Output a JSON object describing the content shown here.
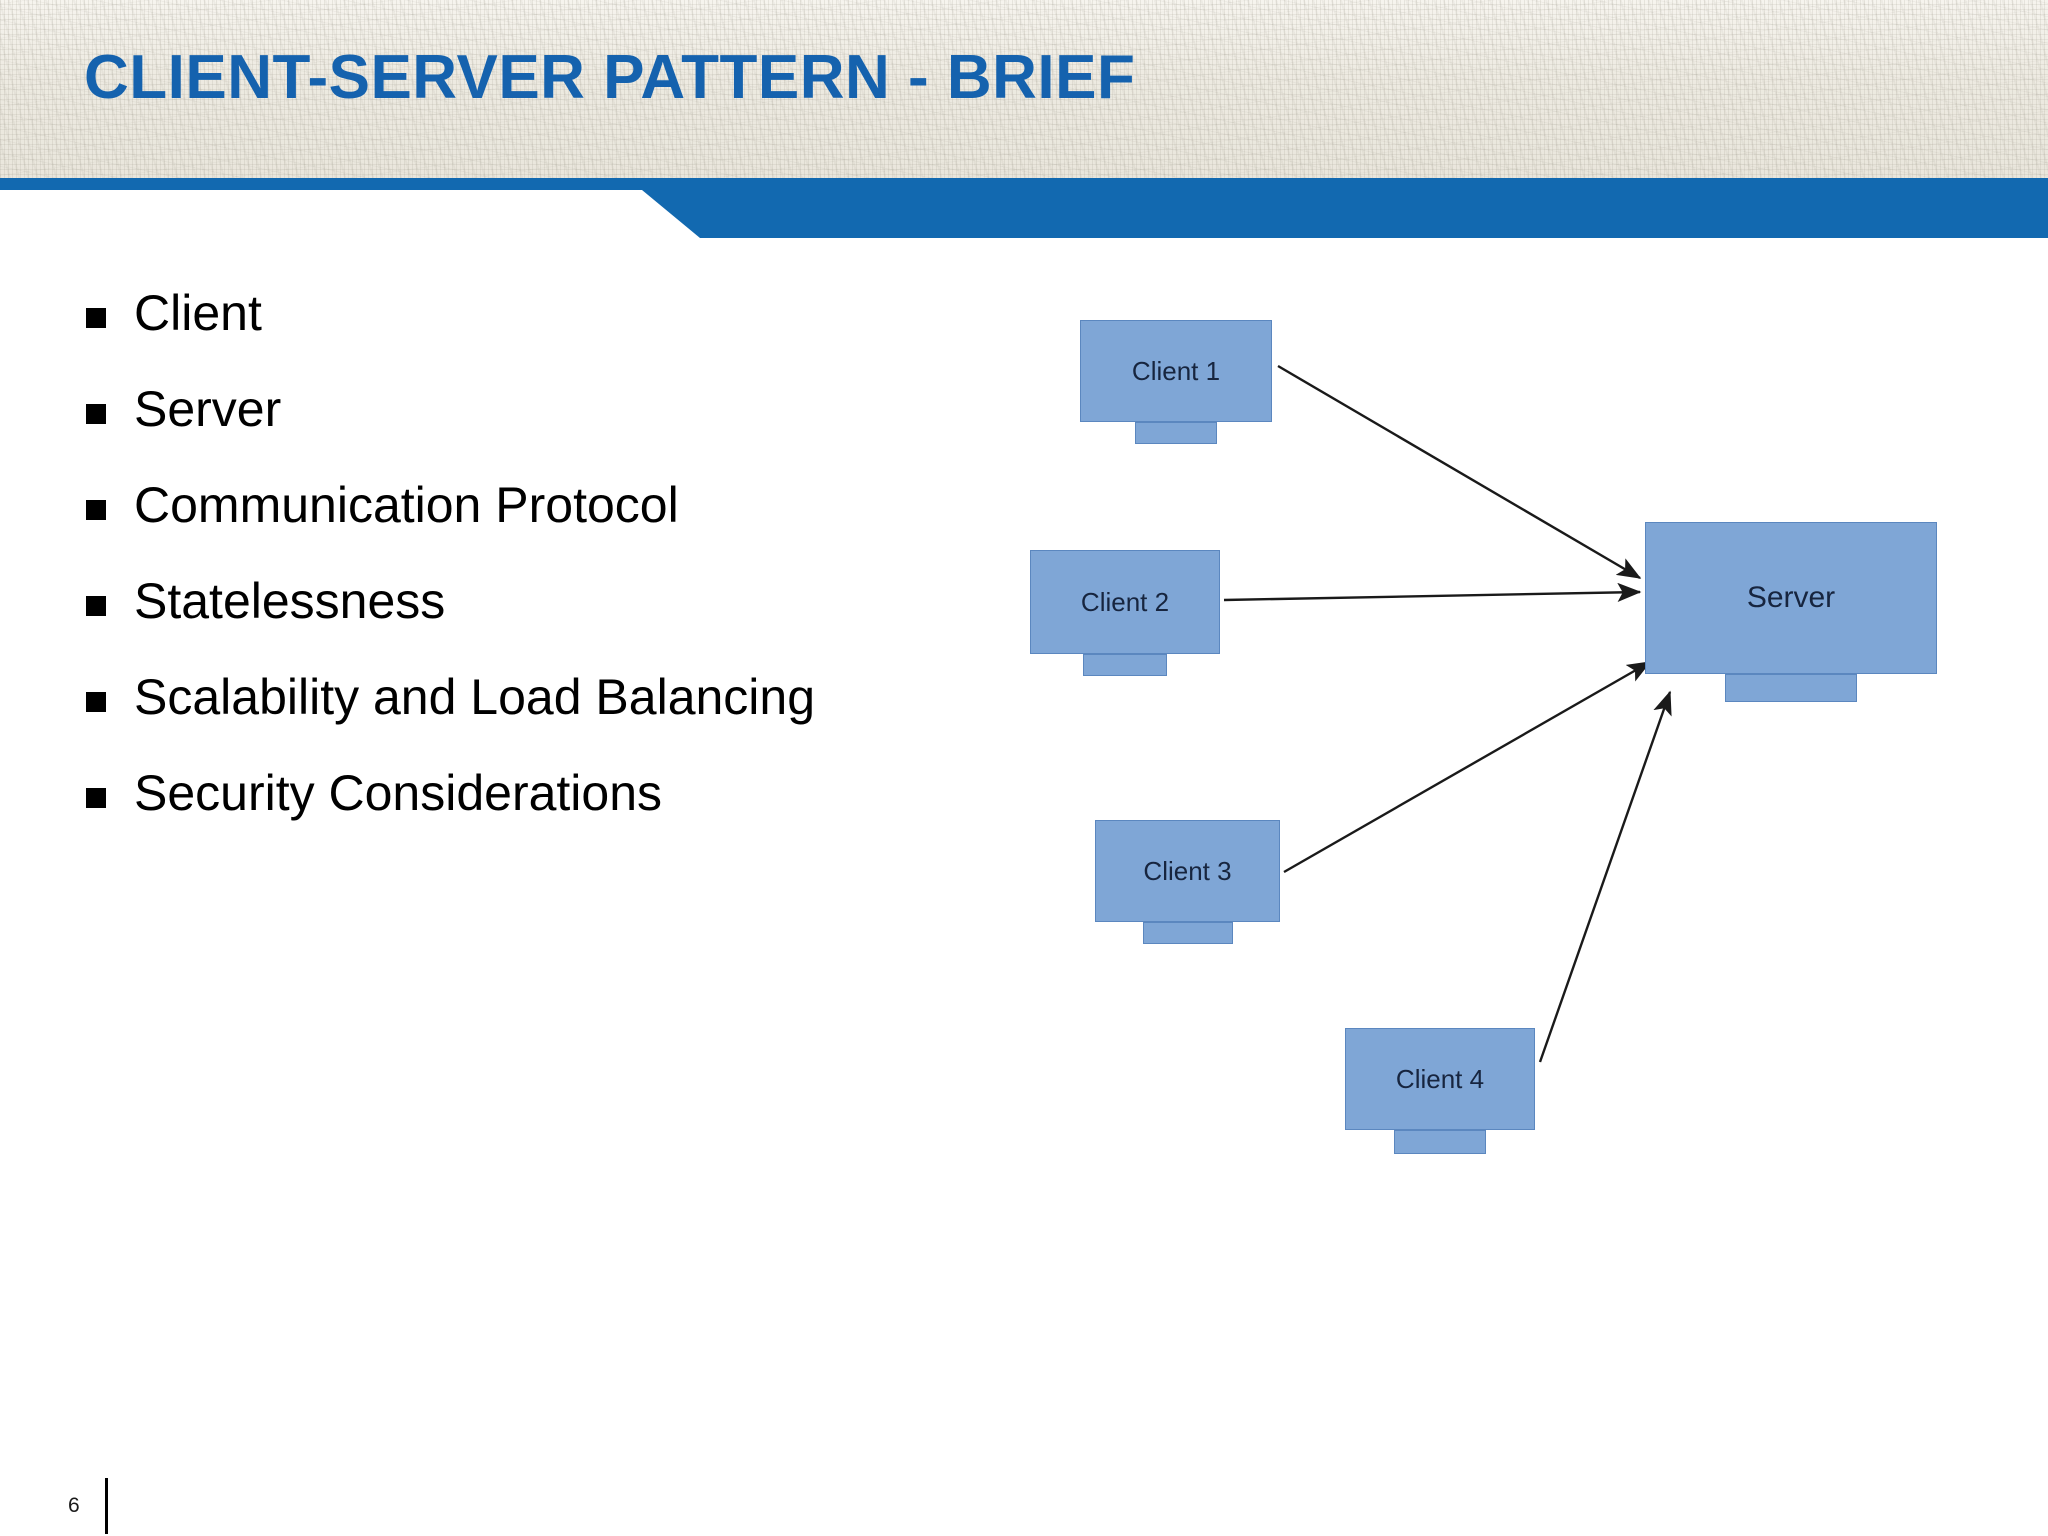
{
  "slide": {
    "title": "CLIENT-SERVER PATTERN - BRIEF",
    "number": "6",
    "title_color": "#1562AE",
    "accent_color": "#1269B0",
    "bullets": [
      {
        "label": "Client"
      },
      {
        "label": "Server"
      },
      {
        "label": "Communication Protocol"
      },
      {
        "label": "Statelessness"
      },
      {
        "label": "Scalability and Load Balancing"
      },
      {
        "label": "Security Considerations"
      }
    ]
  },
  "diagram": {
    "node_fill": "#7FA6D6",
    "node_border": "#5B87BF",
    "node_text_color": "#17253F",
    "arrow_color": "#1A1A1A",
    "nodes": [
      {
        "id": "client1",
        "label": "Client 1"
      },
      {
        "id": "client2",
        "label": "Client 2"
      },
      {
        "id": "client3",
        "label": "Client 3"
      },
      {
        "id": "client4",
        "label": "Client 4"
      },
      {
        "id": "server",
        "label": "Server"
      }
    ],
    "connections": [
      {
        "from": "Client 1",
        "to": "Server"
      },
      {
        "from": "Client 2",
        "to": "Server"
      },
      {
        "from": "Client 3",
        "to": "Server"
      },
      {
        "from": "Client 4",
        "to": "Server"
      }
    ]
  }
}
